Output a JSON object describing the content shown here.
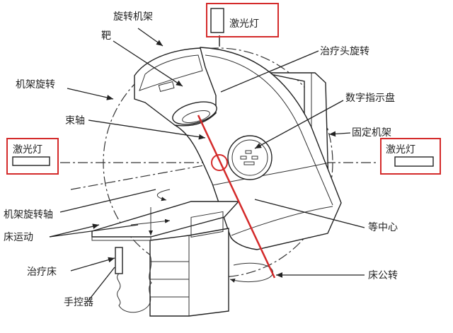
{
  "labels": {
    "rotating_gantry": "旋转机架",
    "target": "靶",
    "laser_top": "激光灯",
    "head_rotation": "治疗头旋转",
    "gantry_rotation": "机架旋转",
    "digital_dial": "数字指示盘",
    "beam_axis": "束轴",
    "fixed_stand": "固定机架",
    "laser_left": "激光灯",
    "laser_right": "激光灯",
    "gantry_axis": "机架旋转轴",
    "couch_motion": "床运动",
    "isocenter": "等中心",
    "couch": "治疗床",
    "couch_rotation": "床公转",
    "hand_controller": "手控器"
  },
  "colors": {
    "highlight": "#d42a2a",
    "line": "#222222"
  }
}
